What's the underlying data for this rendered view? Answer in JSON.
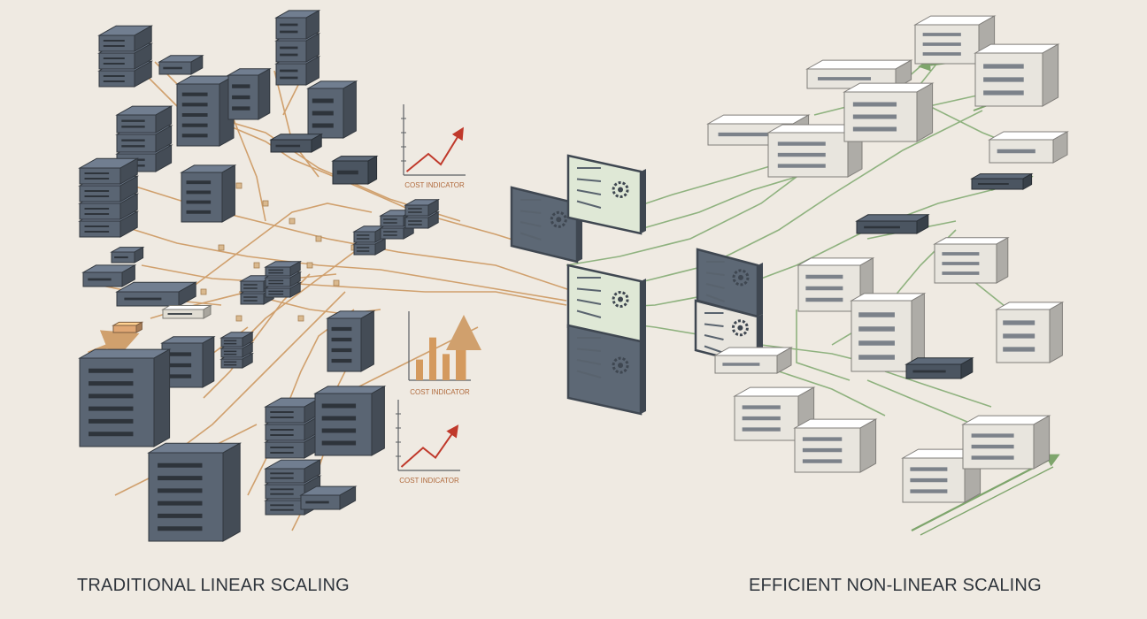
{
  "labels": {
    "left_title": "TRADITIONAL LINEAR SCALING",
    "right_title": "EFFICIENT NON-LINEAR SCALING",
    "cost_indicator_top": "COST INDICATOR",
    "cost_indicator_mid": "COST INDICATOR",
    "cost_indicator_bottom": "COST INDICATOR"
  },
  "colors": {
    "background": "#efeae2",
    "server_dark": "#5a6573",
    "server_light": "#e8e5de",
    "cost_line": "#d0a06d",
    "efficient_line": "#8fb27f",
    "trend_up": "#c0392b",
    "panel_green": "#dfe8d6"
  },
  "icons": [
    "server-rack-icon",
    "gear-icon",
    "trend-arrow-icon",
    "bar-chart-icon",
    "network-switch-icon"
  ]
}
